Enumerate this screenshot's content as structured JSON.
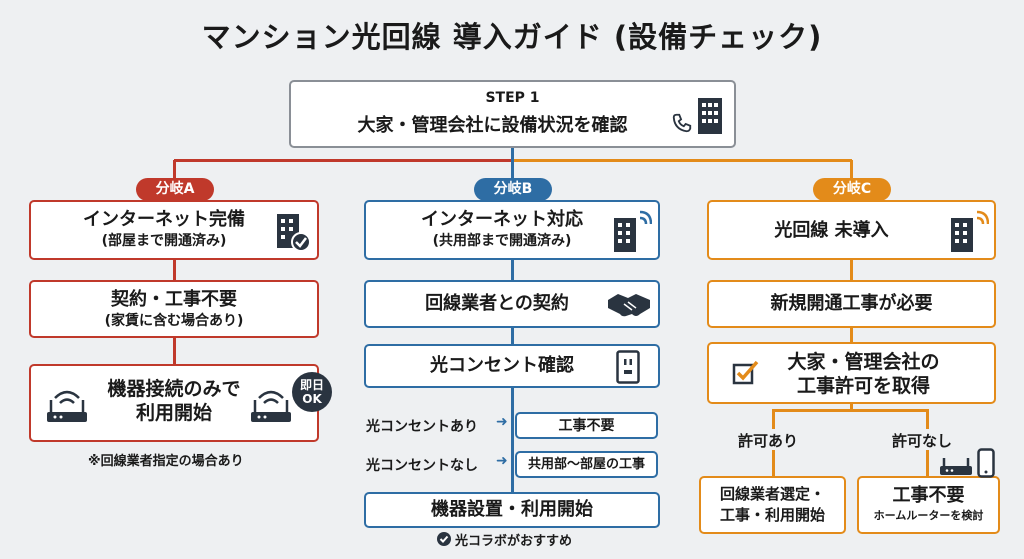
{
  "title": "マンション光回線 導入ガイド (設備チェック)",
  "step1": {
    "step": "STEP 1",
    "text": "大家・管理会社に設備状況を確認"
  },
  "branch_a": {
    "tag": "分岐A",
    "box1_main": "インターネット完備",
    "box1_sub": "(部屋まで開通済み)",
    "box2_main": "契約・工事不要",
    "box2_sub": "(家賃に含む場合あり)",
    "box3_line1": "機器接続のみで",
    "box3_line2": "利用開始",
    "badge_line1": "即日",
    "badge_line2": "OK",
    "note": "※回線業者指定の場合あり"
  },
  "branch_b": {
    "tag": "分岐B",
    "box1_main": "インターネット対応",
    "box1_sub": "(共用部まで開通済み)",
    "box2": "回線業者との契約",
    "box3": "光コンセント確認",
    "cond_yes": "光コンセントあり",
    "cond_no": "光コンセントなし",
    "result_yes": "工事不要",
    "result_no": "共用部〜部屋の工事",
    "box4": "機器設置・利用開始",
    "note": "光コラボがおすすめ"
  },
  "branch_c": {
    "tag": "分岐C",
    "box1": "光回線 未導入",
    "box2": "新規開通工事が必要",
    "box3_line1": "大家・管理会社の",
    "box3_line2": "工事許可を取得",
    "permit_yes": "許可あり",
    "permit_no": "許可なし",
    "yes_line1": "回線業者選定・",
    "yes_line2": "工事・利用開始",
    "no_main": "工事不要",
    "no_sub": "ホームルーターを検討"
  },
  "colors": {
    "a": "#c0392b",
    "b": "#2e6da4",
    "c": "#e38b1a",
    "step": "#8a8f96"
  },
  "icons": [
    "phone-icon",
    "building-icon",
    "building-check-icon",
    "building-wifi-icon",
    "handshake-icon",
    "outlet-icon",
    "router-icon",
    "checkbox-icon",
    "smartphone-icon",
    "check-circle-icon"
  ]
}
